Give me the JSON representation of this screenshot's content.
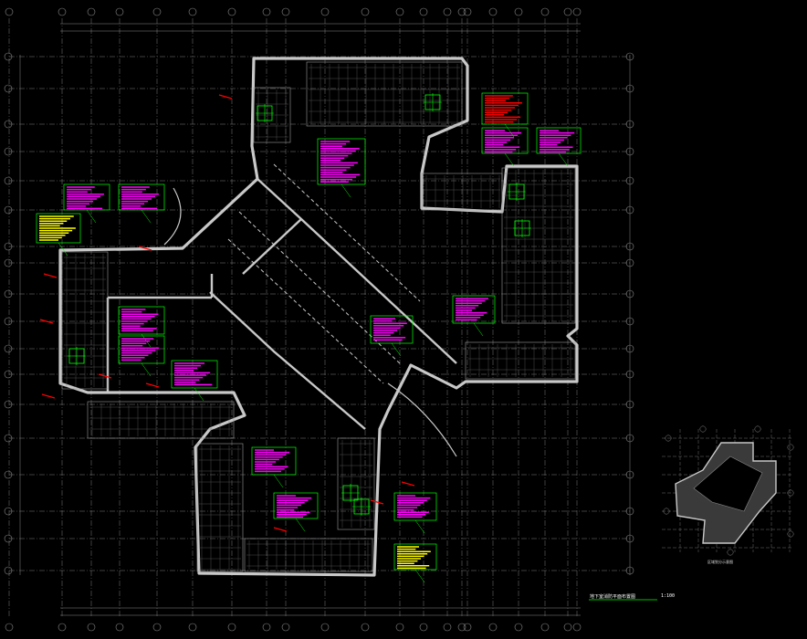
{
  "drawing": {
    "title": "地下室消防平面布置图",
    "scale": "1:100",
    "key_plan_title": "区域划分示意图"
  },
  "colors": {
    "background": "#000000",
    "grid": "#8a8a8a",
    "wall": "#c8c8c8",
    "magenta_note": "#ff00ff",
    "green_frame": "#00ff00",
    "red_note": "#ff0000",
    "yellow_note": "#ffff00",
    "white_text": "#ffffff"
  },
  "icons": {
    "axis_bubble": "circle-outline",
    "leader_arrow": "red-leader-arrow"
  }
}
